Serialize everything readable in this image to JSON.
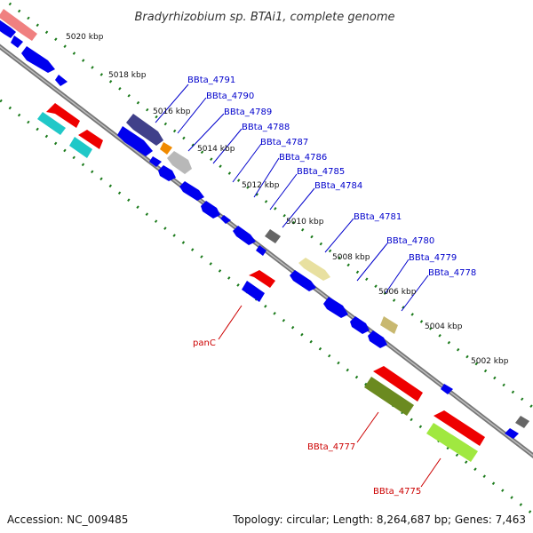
{
  "title": "Bradyrhizobium sp. BTAi1, complete genome",
  "footer": {
    "accession": "Accession: NC_009485",
    "topology": "Topology: circular; Length: 8,264,687 bp; Genes: 7,463"
  },
  "ticks": [
    "5020 kbp",
    "5018 kbp",
    "5016 kbp",
    "5014 kbp",
    "5012 kbp",
    "5010 kbp",
    "5008 kbp",
    "5006 kbp",
    "5004 kbp",
    "5002 kbp"
  ],
  "gene_labels_blue": [
    "BBta_4791",
    "BBta_4790",
    "BBta_4789",
    "BBta_4788",
    "BBta_4787",
    "BBta_4786",
    "BBta_4785",
    "BBta_4784",
    "BBta_4781",
    "BBta_4780",
    "BBta_4779",
    "BBta_4778"
  ],
  "gene_labels_red": [
    "panC",
    "BBta_4777",
    "BBta_4775"
  ],
  "colors": {
    "backbone": "#777777",
    "tick_track": "#1a7a1a",
    "cds_blue": "#0000ee",
    "label_blue": "#0000cc",
    "label_red": "#cc0000"
  }
}
